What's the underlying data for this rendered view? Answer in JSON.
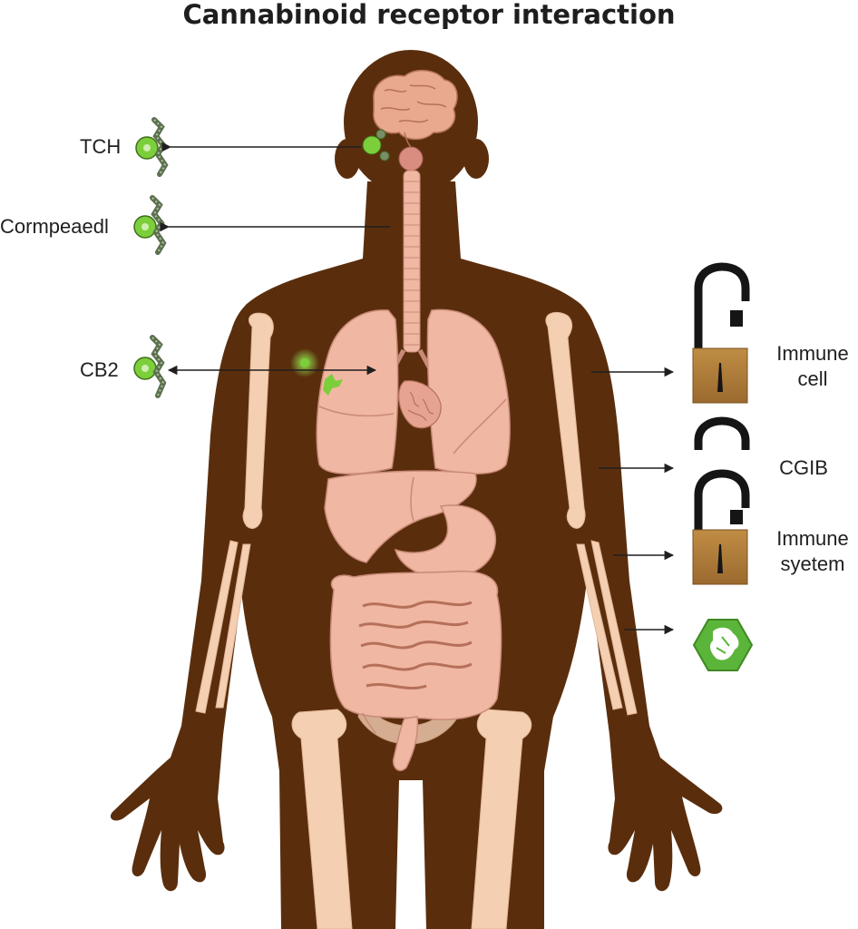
{
  "title": "Cannabinoid receptor interaction",
  "left_labels": {
    "tch": "TCH",
    "compound": "Cormpeaedl",
    "cb2": "CB2"
  },
  "right_labels": {
    "immune_cell_line1": "Immune",
    "immune_cell_line2": "cell",
    "cgib": "CGIB",
    "immune_system_line1": "Immune",
    "immune_system_line2": "syetem"
  },
  "icons": {
    "molecule": "cannabinoid-molecule-icon",
    "padlock": "padlock-icon",
    "shackle": "open-shackle-icon",
    "hexagon": "green-hexagon-icon"
  },
  "colors": {
    "skin": "#5a2e0d",
    "bone": "#f4cfb2",
    "organ": "#f0b7a2",
    "organ_stroke": "#c98a78",
    "molecule_green": "#7ccf3a",
    "lock_body": "#b07d3a",
    "lock_shackle": "#151515"
  }
}
